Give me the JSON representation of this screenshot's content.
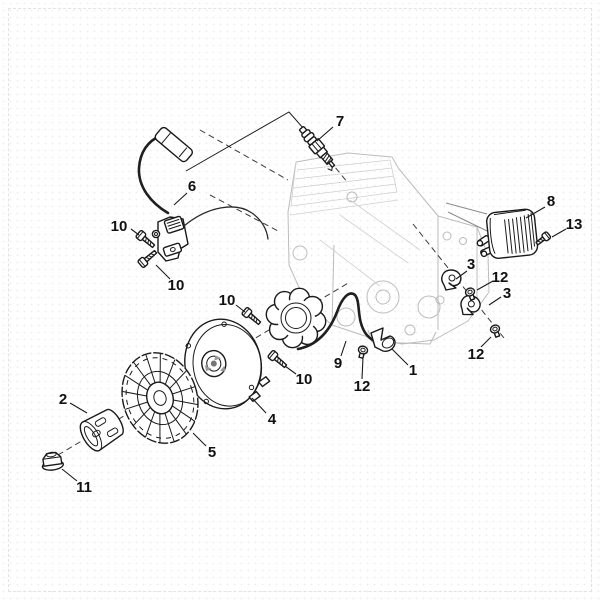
{
  "colors": {
    "background": "#ffffff",
    "main_line": "#1a1a1a",
    "faint_engine_line": "#bcbcbc",
    "label_text": "#111111"
  },
  "callouts": {
    "c1": "1",
    "c2": "2",
    "c3a": "3",
    "c3b": "3",
    "c4": "4",
    "c5": "5",
    "c6": "6",
    "c7": "7",
    "c8": "8",
    "c9": "9",
    "c10a": "10",
    "c10b": "10",
    "c10c": "10",
    "c10d": "10",
    "c11": "11",
    "c12a": "12",
    "c12b": "12",
    "c12c": "12",
    "c13": "13"
  }
}
